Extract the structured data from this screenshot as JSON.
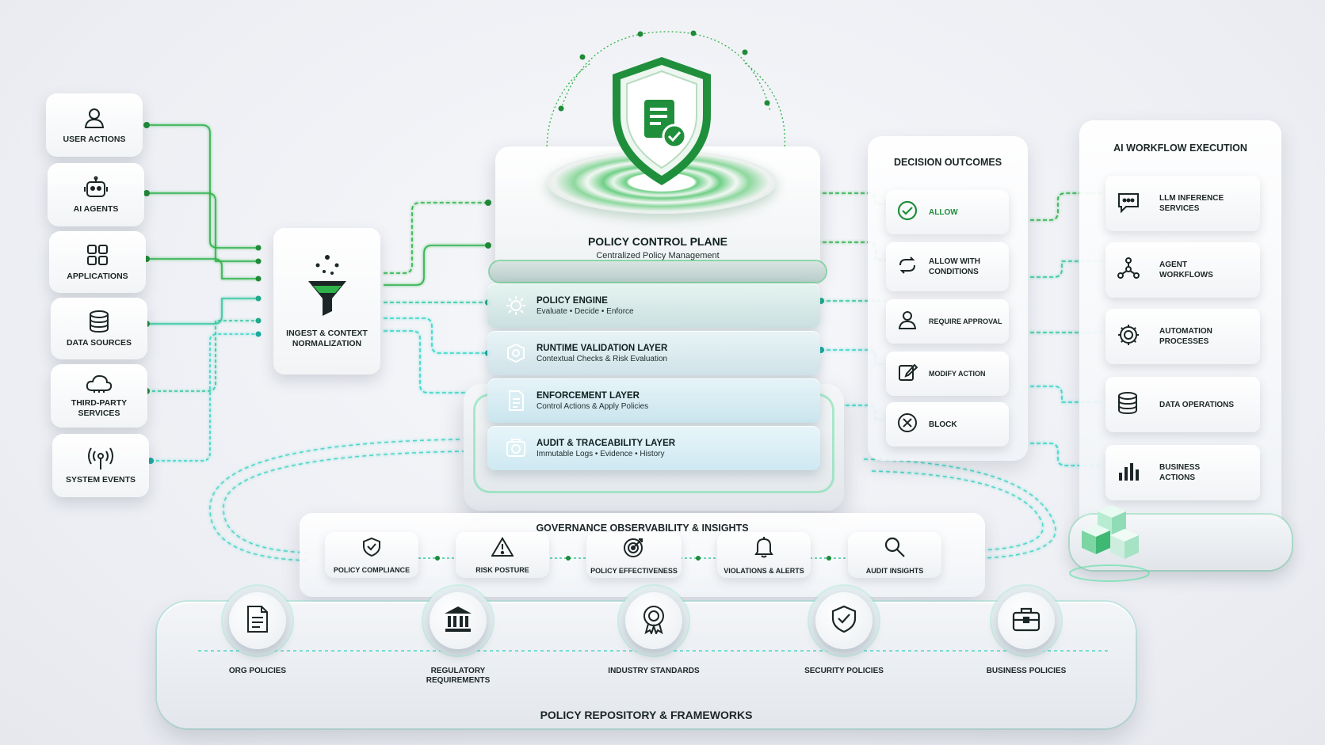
{
  "colors": {
    "accent": "#27a843",
    "accent_light": "#4fdc7a",
    "cyan": "#38d6c8",
    "text": "#1c2626"
  },
  "inputs": [
    {
      "label": "USER ACTIONS",
      "icon": "user-icon"
    },
    {
      "label": "AI AGENTS",
      "icon": "robot-icon"
    },
    {
      "label": "APPLICATIONS",
      "icon": "grid-icon"
    },
    {
      "label": "DATA SOURCES",
      "icon": "database-icon"
    },
    {
      "label": "THIRD-PARTY SERVICES",
      "icon": "cloud-icon"
    },
    {
      "label": "SYSTEM EVENTS",
      "icon": "antenna-icon"
    }
  ],
  "ingest": {
    "label": "INGEST & CONTEXT NORMALIZATION",
    "icon": "funnel-icon"
  },
  "control_plane": {
    "title": "POLICY CONTROL PLANE",
    "subtitle": "Centralized Policy Management",
    "icon": "shield-document-icon",
    "layers": [
      {
        "title": "POLICY ENGINE",
        "subtitle": "Evaluate • Decide • Enforce",
        "icon": "gear-brain-icon"
      },
      {
        "title": "RUNTIME VALIDATION LAYER",
        "subtitle": "Contextual Checks & Risk Evaluation",
        "icon": "validation-icon"
      },
      {
        "title": "ENFORCEMENT LAYER",
        "subtitle": "Control Actions & Apply Policies",
        "icon": "document-icon"
      },
      {
        "title": "AUDIT & TRACEABILITY LAYER",
        "subtitle": "Immutable Logs • Evidence • History",
        "icon": "audit-icon"
      }
    ]
  },
  "decision_outcomes": {
    "title": "DECISION OUTCOMES",
    "items": [
      {
        "label": "ALLOW",
        "icon": "check-circle-icon"
      },
      {
        "label": "ALLOW WITH CONDITIONS",
        "icon": "loop-icon"
      },
      {
        "label": "REQUIRE APPROVAL",
        "icon": "person-icon"
      },
      {
        "label": "MODIFY ACTION",
        "icon": "edit-icon"
      },
      {
        "label": "BLOCK",
        "icon": "x-circle-icon"
      }
    ]
  },
  "ai_workflow": {
    "title": "AI WORKFLOW EXECUTION",
    "items": [
      {
        "label": "LLM INFERENCE SERVICES",
        "icon": "chat-icon"
      },
      {
        "label": "AGENT WORKFLOWS",
        "icon": "network-icon"
      },
      {
        "label": "AUTOMATION PROCESSES",
        "icon": "gear-icon"
      },
      {
        "label": "DATA OPERATIONS",
        "icon": "database-icon"
      },
      {
        "label": "BUSINESS ACTIONS",
        "icon": "bar-chart-icon"
      }
    ]
  },
  "governance": {
    "title": "GOVERNANCE OBSERVABILITY & INSIGHTS",
    "items": [
      {
        "label": "POLICY COMPLIANCE",
        "icon": "shield-check-icon"
      },
      {
        "label": "RISK POSTURE",
        "icon": "warning-icon"
      },
      {
        "label": "POLICY EFFECTIVENESS",
        "icon": "target-icon"
      },
      {
        "label": "VIOLATIONS & ALERTS",
        "icon": "bell-icon"
      },
      {
        "label": "AUDIT INSIGHTS",
        "icon": "search-icon"
      }
    ]
  },
  "repository": {
    "title": "POLICY REPOSITORY & FRAMEWORKS",
    "items": [
      {
        "label": "ORG POLICIES",
        "icon": "document-icon"
      },
      {
        "label": "REGULATORY REQUIREMENTS",
        "icon": "bank-icon"
      },
      {
        "label": "INDUSTRY STANDARDS",
        "icon": "badge-icon"
      },
      {
        "label": "SECURITY POLICIES",
        "icon": "shield-check-icon"
      },
      {
        "label": "BUSINESS POLICIES",
        "icon": "briefcase-icon"
      }
    ]
  }
}
